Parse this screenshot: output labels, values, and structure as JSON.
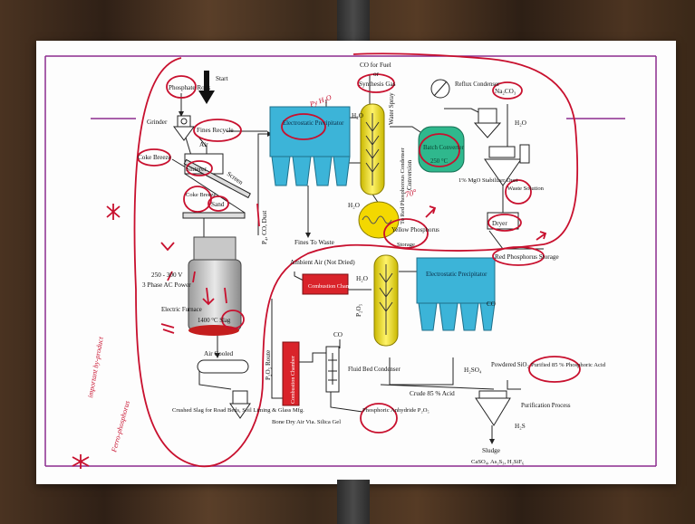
{
  "labels": {
    "start": "Start",
    "phosphate_rock": "Phosphate Rock",
    "grinder": "Grinder",
    "fines_recycle": "Fines Recycle",
    "air": "Air",
    "coke_breeze": "Coke Breeze",
    "sinterer": "Sinterer",
    "screen": "Screen",
    "coke_breeze_2": "Coke Breeze",
    "sand": "Sand",
    "p4_co_dust": "P₄, CO, Dust",
    "electrostatic_precipitator_1": "Electrostatic Precipitator",
    "fines_to_waste": "Fines To Waste",
    "co_for_fuel": "CO for Fuel",
    "or": "or",
    "synthesis_gas": "Synthesis Gas",
    "h2o_1": "H₂O",
    "water_spray": "Water Spray",
    "to_red_phosphorus_condenser": "To Red Phosphorous Condenser",
    "conversion": "Conversion",
    "h2o_2": "H₂O",
    "yellow_phosphorus": "Yellow Phosphorus",
    "storage": "Storage",
    "reflux_condenser": "Reflux Condenser",
    "na2co3": "Na₂CO₃",
    "batch_converter": "Batch Converter",
    "batch_temp": "250 °C",
    "h2o_3": "H₂O",
    "mgo_stabilizer": "1% MgO Stabilizer Dust",
    "waste_solution": "Waste Solution",
    "dryer": "Dryer",
    "red_phosphorus_storage": "Red Phosphorus Storage",
    "voltage": "250 - 300 V",
    "ac_power": "3 Phase AC Power",
    "electric_furnace": "Electric Furnace",
    "slag": "1400 °C Slag",
    "air_cooled": "Air Cooled",
    "crushed_slag": "Crushed Slag for Road Beds, Soil Liming & Glass Mfg.",
    "ambient_air": "Ambient Air (Not Dried)",
    "combustion_chamber_1": "Combustion Chamber",
    "h2o_4": "H₂O",
    "p2o5": "P₂O₅",
    "electrostatic_precipitator_2": "Electrostatic Precipitator",
    "co_1": "CO",
    "p2o5_route": "P₂O₅ Route",
    "combustion_chamber_2": "Combustion Chamber",
    "co_2": "CO",
    "fluid_bed_condenser": "Fluid Bed Condenser",
    "bone_dry_air": "Bone Dry Air Via. Silica Gel",
    "phosphoric_anhydride": "Phosphoric Anhydride P₂O₅",
    "crude_acid": "Crude 85 % Acid",
    "h2so4": "H₂SO₄",
    "powdered_sio2": "Powdered SiO₂",
    "purified_acid": "Purified 85 % Phosphoric Acid",
    "purification_process": "Purification Process",
    "h2s": "H₂S",
    "sludge": "Sludge",
    "sludge_contents": "CaSO₄, As₂S₃, H₂SiF₆"
  },
  "annotations": {
    "py_h2o": "Py H₂O",
    "seventy": "70°",
    "important": "important by-product",
    "ferro": "Ferro-phosphorus"
  },
  "colors": {
    "annotation_red": "#c8102e",
    "precipitator_blue": "#3cb4d8",
    "yellow_unit": "#f3e600",
    "converter_green": "#2fb88d",
    "chamber_red": "#d9232a",
    "margin_purple": "#8b2d8f"
  }
}
